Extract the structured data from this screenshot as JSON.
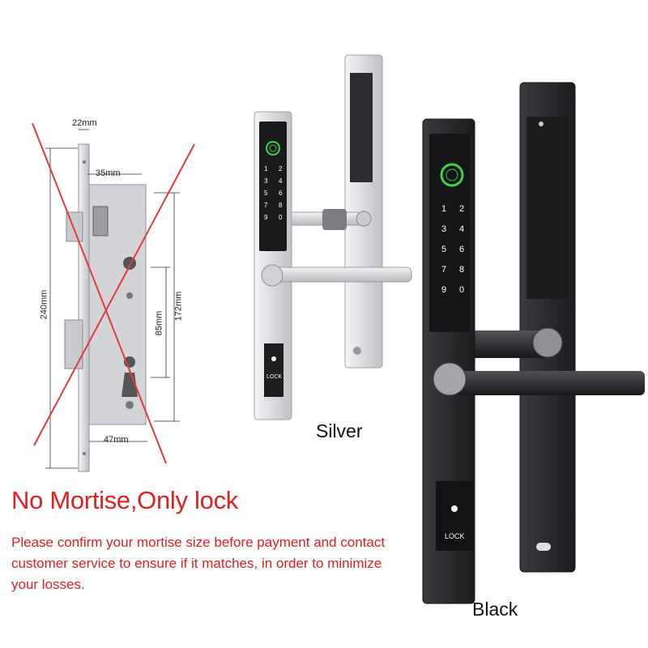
{
  "mortise": {
    "dim_top": "22mm",
    "dim_backset": "35mm",
    "dim_height": "240mm",
    "dim_172": "172mm",
    "dim_85": "85mm",
    "dim_bottom": "47mm"
  },
  "notice": {
    "title": "No Mortise,Only lock",
    "body": "Please confirm your mortise size before payment and contact customer service to ensure if it matches, in order to minimize your losses."
  },
  "variants": {
    "silver_label": "Silver",
    "black_label": "Black",
    "lock_text": "LOCK"
  },
  "keypad": [
    "1",
    "2",
    "3",
    "4",
    "5",
    "6",
    "7",
    "8",
    "9",
    "0"
  ],
  "colors": {
    "warning_red": "#e02020",
    "silver": "#d8d9dc",
    "black": "#2a2b2e"
  }
}
